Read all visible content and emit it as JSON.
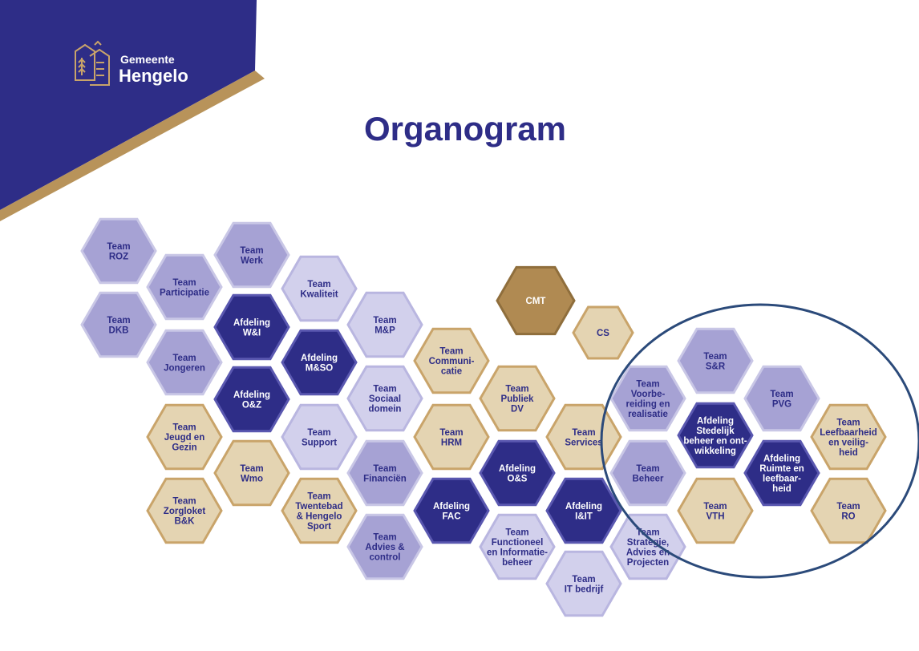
{
  "logo": {
    "line1": "Gemeente",
    "line2": "Hengelo"
  },
  "title": "Organogram",
  "colors": {
    "banner": "#2e2d87",
    "gold": "#b8935a",
    "light_purple": "#a6a2d4",
    "lavender": "#d2d0ec",
    "navy": "#2e2d87",
    "beige": "#e4d4b2",
    "cmt": "#b08a52",
    "circle": "#2b4a7a"
  },
  "hexagons": [
    {
      "id": "team-roz",
      "lines": [
        "Team",
        "ROZ"
      ],
      "fill": "light_purple"
    },
    {
      "id": "team-dkb",
      "lines": [
        "Team",
        "DKB"
      ],
      "fill": "light_purple"
    },
    {
      "id": "team-participatie",
      "lines": [
        "Team",
        "Participatie"
      ],
      "fill": "light_purple"
    },
    {
      "id": "team-jongeren",
      "lines": [
        "Team",
        "Jongeren"
      ],
      "fill": "light_purple"
    },
    {
      "id": "team-jeugd-en-gezin",
      "lines": [
        "Team",
        "Jeugd en",
        "Gezin"
      ],
      "fill": "beige"
    },
    {
      "id": "team-zorgloket",
      "lines": [
        "Team",
        "Zorgloket",
        "B&K"
      ],
      "fill": "beige"
    },
    {
      "id": "team-werk",
      "lines": [
        "Team",
        "Werk"
      ],
      "fill": "light_purple"
    },
    {
      "id": "afdeling-wi",
      "lines": [
        "Afdeling",
        "W&I"
      ],
      "fill": "navy"
    },
    {
      "id": "afdeling-oz",
      "lines": [
        "Afdeling",
        "O&Z"
      ],
      "fill": "navy"
    },
    {
      "id": "team-wmo",
      "lines": [
        "Team",
        "Wmo"
      ],
      "fill": "beige"
    },
    {
      "id": "team-kwaliteit",
      "lines": [
        "Team",
        "Kwaliteit"
      ],
      "fill": "lavender"
    },
    {
      "id": "afdeling-mso",
      "lines": [
        "Afdeling",
        "M&SO"
      ],
      "fill": "navy"
    },
    {
      "id": "team-support",
      "lines": [
        "Team",
        "Support"
      ],
      "fill": "lavender"
    },
    {
      "id": "team-twentebad",
      "lines": [
        "Team",
        "Twentebad",
        "& Hengelo",
        "Sport"
      ],
      "fill": "beige"
    },
    {
      "id": "team-mp",
      "lines": [
        "Team",
        "M&P"
      ],
      "fill": "lavender"
    },
    {
      "id": "team-sociaal-domein",
      "lines": [
        "Team",
        "Sociaal",
        "domein"
      ],
      "fill": "lavender"
    },
    {
      "id": "team-financien",
      "lines": [
        "Team",
        "Financiën"
      ],
      "fill": "light_purple"
    },
    {
      "id": "team-advies-control",
      "lines": [
        "Team",
        "Advies &",
        "control"
      ],
      "fill": "light_purple"
    },
    {
      "id": "team-communicatie",
      "lines": [
        "Team",
        "Communi-",
        "catie"
      ],
      "fill": "beige"
    },
    {
      "id": "team-hrm",
      "lines": [
        "Team",
        "HRM"
      ],
      "fill": "beige"
    },
    {
      "id": "afdeling-fac",
      "lines": [
        "Afdeling",
        "FAC"
      ],
      "fill": "navy"
    },
    {
      "id": "team-publiek-dv",
      "lines": [
        "Team",
        "Publiek",
        "DV"
      ],
      "fill": "beige"
    },
    {
      "id": "afdeling-os",
      "lines": [
        "Afdeling",
        "O&S"
      ],
      "fill": "navy"
    },
    {
      "id": "team-functioneel",
      "lines": [
        "Team",
        "Functioneel",
        "en Informatie-",
        "beheer"
      ],
      "fill": "lavender"
    },
    {
      "id": "cmt",
      "lines": [
        "CMT"
      ],
      "fill": "cmt"
    },
    {
      "id": "cs",
      "lines": [
        "CS"
      ],
      "fill": "beige"
    },
    {
      "id": "team-services",
      "lines": [
        "Team",
        "Services"
      ],
      "fill": "beige"
    },
    {
      "id": "afdeling-iit",
      "lines": [
        "Afdeling",
        "I&IT"
      ],
      "fill": "navy"
    },
    {
      "id": "team-it-bedrijf",
      "lines": [
        "Team",
        "IT bedrijf"
      ],
      "fill": "lavender"
    },
    {
      "id": "team-strategie",
      "lines": [
        "Team",
        "Strategie,",
        "Advies en",
        "Projecten"
      ],
      "fill": "lavender"
    },
    {
      "id": "team-voorbereiding",
      "lines": [
        "Team",
        "Voorbe-",
        "reiding en",
        "realisatie"
      ],
      "fill": "light_purple"
    },
    {
      "id": "team-beheer",
      "lines": [
        "Team",
        "Beheer"
      ],
      "fill": "light_purple"
    },
    {
      "id": "team-sr",
      "lines": [
        "Team",
        "S&R"
      ],
      "fill": "light_purple"
    },
    {
      "id": "afdeling-stedelijk",
      "lines": [
        "Afdeling",
        "Stedelijk",
        "beheer en ont-",
        "wikkeling"
      ],
      "fill": "navy"
    },
    {
      "id": "team-vth",
      "lines": [
        "Team",
        "VTH"
      ],
      "fill": "beige"
    },
    {
      "id": "team-pvg",
      "lines": [
        "Team",
        "PVG"
      ],
      "fill": "light_purple"
    },
    {
      "id": "afdeling-ruimte",
      "lines": [
        "Afdeling",
        "Ruimte en",
        "leefbaar-",
        "heid"
      ],
      "fill": "navy"
    },
    {
      "id": "team-leefbaarheid",
      "lines": [
        "Team",
        "Leefbaarheid",
        "en veilig-",
        "heid"
      ],
      "fill": "beige"
    },
    {
      "id": "team-ro",
      "lines": [
        "Team",
        "RO"
      ],
      "fill": "beige"
    }
  ]
}
